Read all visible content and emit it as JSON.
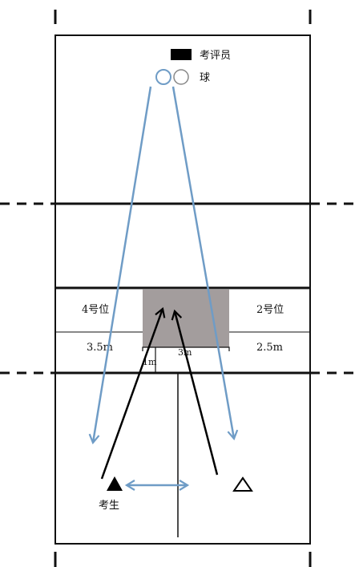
{
  "labels": {
    "examiner": "考评员",
    "ball": "球",
    "position4": "4号位",
    "position2": "2号位",
    "dist_left": "3.5m",
    "dist_right": "2.5m",
    "dist_1m": "1m",
    "dist_3m": "3m",
    "candidate": "考生"
  },
  "colors": {
    "lines": "#111111",
    "target_zone": "#a39d9d",
    "ball_path": "#6f9cc6",
    "spike_path": "#000000"
  }
}
